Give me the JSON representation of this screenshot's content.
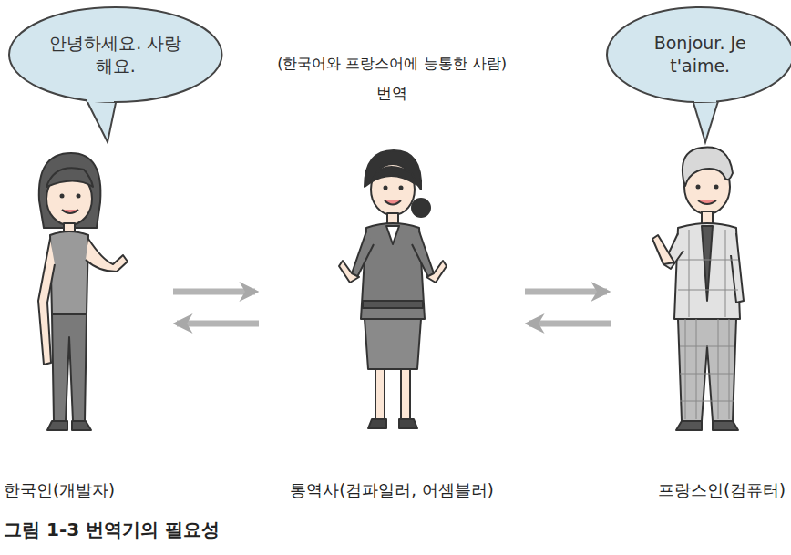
{
  "diagram": {
    "caption": "그림 1-3 번역기의 필요성",
    "nodes": [
      {
        "text": [
          "안녕하세요. 사랑해요."
        ]
      },
      {
        "text": [
          "Bonjour. Je t'aime."
        ]
      },
      {
        "text": [
          "한국인(개발자)"
        ]
      },
      {
        "text": [
          "(한국어와 프랑스어에 능통한 사람)",
          "번역",
          "통역사(컴파일러, 어셈블러)"
        ]
      },
      {
        "text": [
          "프랑스인(컴퓨터)"
        ]
      }
    ],
    "edges": [
      {
        "from": 2,
        "to": 3,
        "arrow": "to"
      },
      {
        "from": 3,
        "to": 2,
        "arrow": "to"
      },
      {
        "from": 3,
        "to": 4,
        "arrow": "to"
      },
      {
        "from": 4,
        "to": 3,
        "arrow": "to"
      }
    ]
  }
}
